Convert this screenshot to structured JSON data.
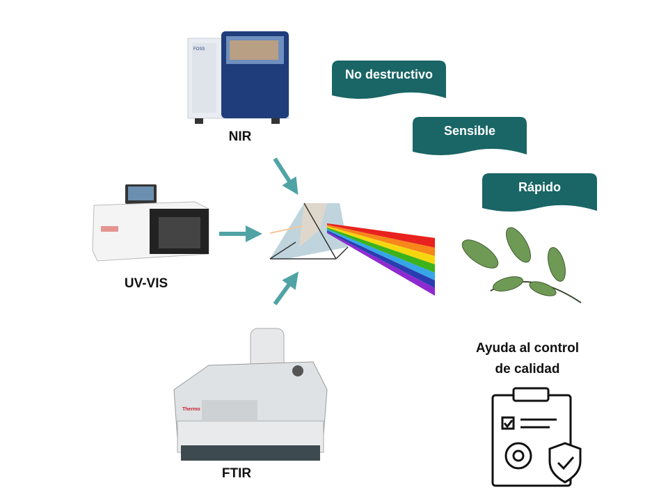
{
  "instruments": [
    {
      "label": "NIR",
      "brand": "FOSS"
    },
    {
      "label": "UV-VIS"
    },
    {
      "label": "FTIR",
      "brand": "Thermo"
    }
  ],
  "features": [
    "No destructivo",
    "Sensible",
    "Rápido"
  ],
  "quality": {
    "line1": "Ayuda al control",
    "line2": "de calidad"
  },
  "colors": {
    "banner": "#1a6566",
    "arrow": "#4fa3a5"
  }
}
